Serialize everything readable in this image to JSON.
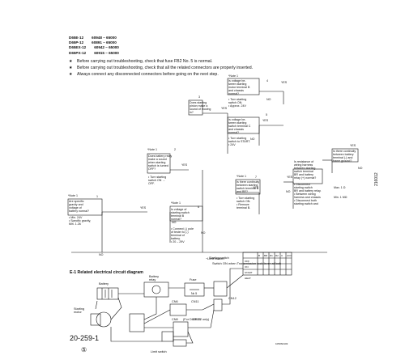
{
  "models": [
    {
      "name": "D65E-12",
      "serial": "60948 – 65000"
    },
    {
      "name": "D65P-12",
      "serial": "60891 – 65000"
    },
    {
      "name": "D65EX-12",
      "serial": "60942 – 65000"
    },
    {
      "name": "D65PX-12",
      "serial": "60915 – 65000"
    }
  ],
  "bullets": [
    "Before carrying out troubleshooting, check that fuse FB2 No. 5 is normal.",
    "Before carrying out troubleshooting, check that all the related connectors are properly inserted.",
    "Always connect any disconnected connectors before going on the next step."
  ],
  "tree": {
    "yes": "YES",
    "no": "NO",
    "n1": "1",
    "n2": "2",
    "n3": "3",
    "n4": "4",
    "n5": "5",
    "n6": "6",
    "n7": "7",
    "note1": "*Note 1",
    "q1": [
      "Are specific",
      "gravity and",
      "voltage of",
      "battery normal?"
    ],
    "s1": [
      "• Min. 24V",
      "• Specific gravity,",
      "   Min. 1.26"
    ],
    "q2": [
      "Does battery relay",
      "make a sound",
      "when starting",
      "switch is turned",
      "OFF?"
    ],
    "s2": [
      "• Turn starting",
      "  switch ON →",
      "  OFF."
    ],
    "q3": [
      "Does starting",
      "pinion make a",
      "sound of moving",
      "in?"
    ],
    "q4": [
      "Is voltage be-",
      "tween starting",
      "motor terminal B",
      "and chassis",
      "normal?"
    ],
    "s4": [
      "• Turn starting",
      "  switch ON.",
      "• Approx. 24V"
    ],
    "q5": [
      "Is voltage be-",
      "tween starting",
      "switch terminal C",
      "and chassis",
      "normal?"
    ],
    "s5": [
      "• Turn starting",
      "  switch to START.",
      "• 24V"
    ],
    "q6": [
      "Is voltage of",
      "starting switch",
      "terminal B",
      "normal?"
    ],
    "s6": [
      "• Connect (-) pole",
      "  of tester to (-)",
      "  terminal of",
      "  battery.",
      "• 20 – 29V"
    ],
    "q7": [
      "Is there continuity",
      "between starting",
      "switch terminal B",
      "and BR?"
    ],
    "s7": [
      "• Turn starting",
      "  switch ON.",
      "• Remove",
      "  terminal B."
    ],
    "q8": [
      "Is resistance of",
      "wiring harness",
      "between starting",
      "switch terminal",
      "BR and battery",
      "relay (+) normal?"
    ],
    "s8": [
      "• Disconnect",
      "  starting switch",
      "  BR and battery relay.",
      "• Between wiring",
      "  harness and chassis",
      "• Disconnect both",
      "  starting switch and",
      "  battery relay ends"
    ],
    "r8": [
      "Max. 1 Ω",
      "Min. 1 MΩ"
    ],
    "q9": [
      "Is there continuity",
      "between battery",
      "terminal (-) and",
      "frame ground?"
    ],
    "cause": [
      "Limit switch",
      "Switch ON when Transmission lock lever at lock"
    ]
  },
  "section_title": "E-1  Related electrical circuit diagram",
  "diagram": {
    "battery": "Battery",
    "battery_relay": [
      "Battery",
      "relay"
    ],
    "fuse": "Fuse",
    "fuse_no": "№ 5",
    "starting_motor": [
      "Starting",
      "motor"
    ],
    "starting_switch": "Starting switch",
    "limit_switch": "Limit switch",
    "cn": [
      "CN6",
      "CN11",
      "CN12",
      "CN25",
      "CN8"
    ],
    "pin_note": "(For D65P-12 only)",
    "table_head": [
      "",
      "B",
      "BR",
      "R1",
      "R2",
      "C",
      "ACC"
    ],
    "table_rows": [
      "OFF",
      "ON",
      "START",
      "HEAT"
    ]
  },
  "vertical_code": "216012",
  "figure_code": "1050S0103",
  "page_number": "20-259-1",
  "page_symbol": "⑤"
}
